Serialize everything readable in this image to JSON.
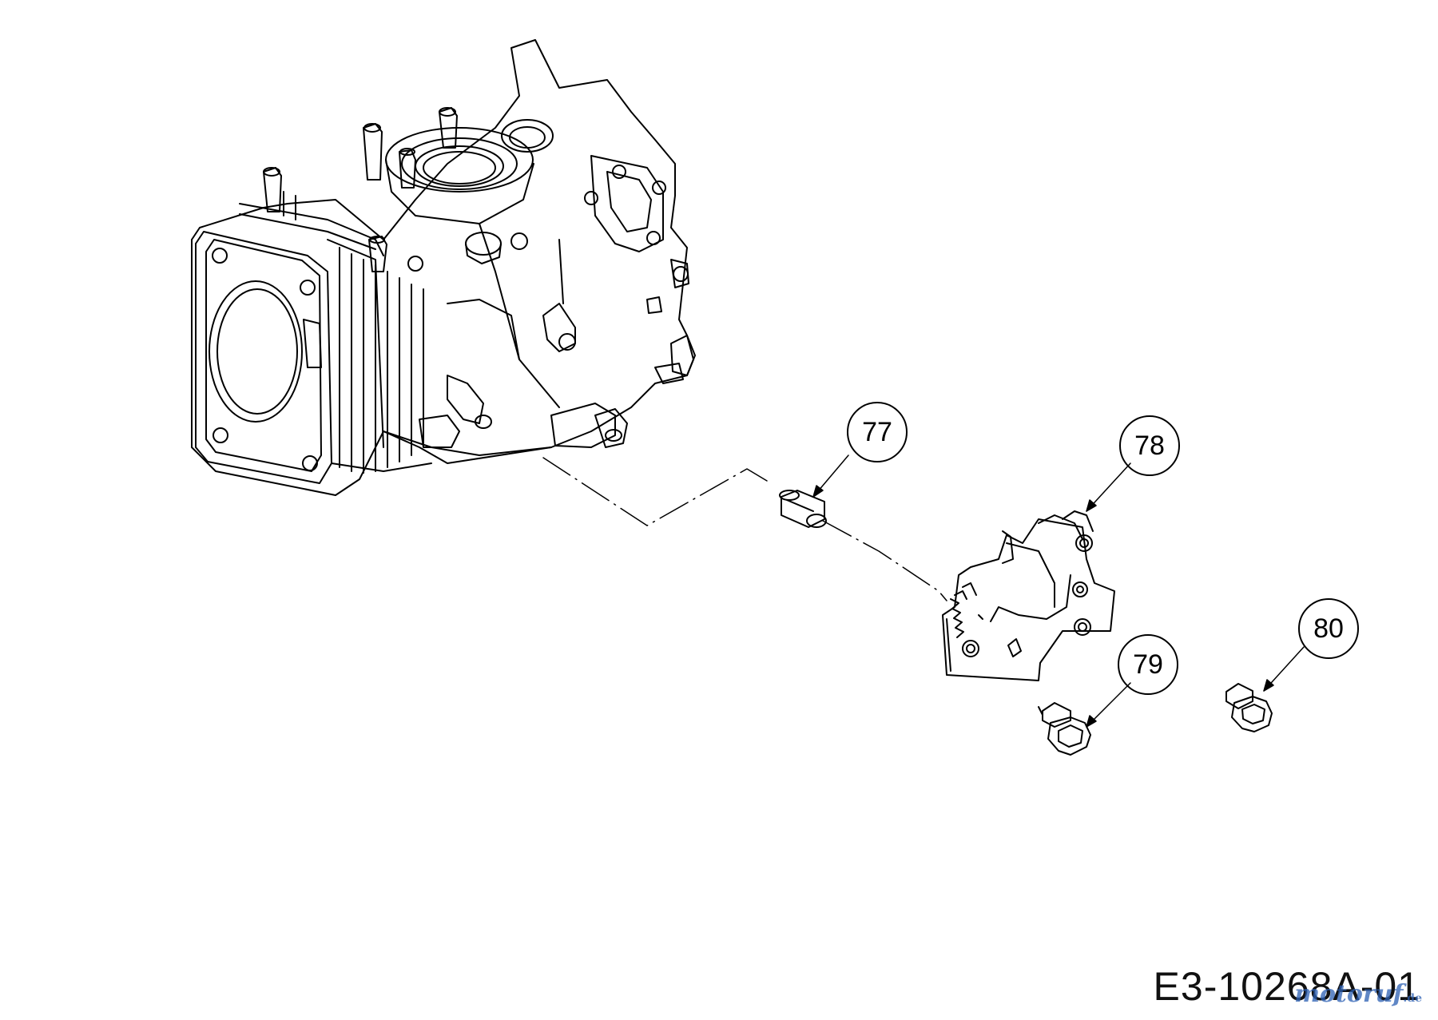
{
  "diagram": {
    "callouts": [
      {
        "id": "77",
        "label": "77"
      },
      {
        "id": "78",
        "label": "78"
      },
      {
        "id": "79",
        "label": "79"
      },
      {
        "id": "80",
        "label": "80"
      }
    ],
    "drawing_number": "E3-10268A-01",
    "watermark": {
      "main": "motoruf",
      "suffix": ".de"
    }
  },
  "colors": {
    "line": "#000000",
    "background": "#ffffff",
    "watermark_blue": "#2b5fb3",
    "watermark_orange": "#d68a1a"
  }
}
